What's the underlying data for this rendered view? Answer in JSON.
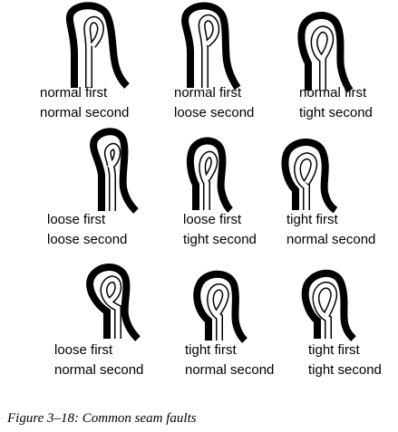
{
  "caption": "Figure 3–18: Common seam faults",
  "seams": [
    {
      "first": "normal first",
      "second": "normal second"
    },
    {
      "first": "normal first",
      "second": "loose second"
    },
    {
      "first": "normal first",
      "second": "tight second"
    },
    {
      "first": "loose first",
      "second": "loose second"
    },
    {
      "first": "loose first",
      "second": "tight second"
    },
    {
      "first": "tight first",
      "second": "normal second"
    },
    {
      "first": "loose first",
      "second": "normal second"
    },
    {
      "first": "tight first",
      "second": "normal second"
    },
    {
      "first": "tight first",
      "second": "tight second"
    }
  ]
}
